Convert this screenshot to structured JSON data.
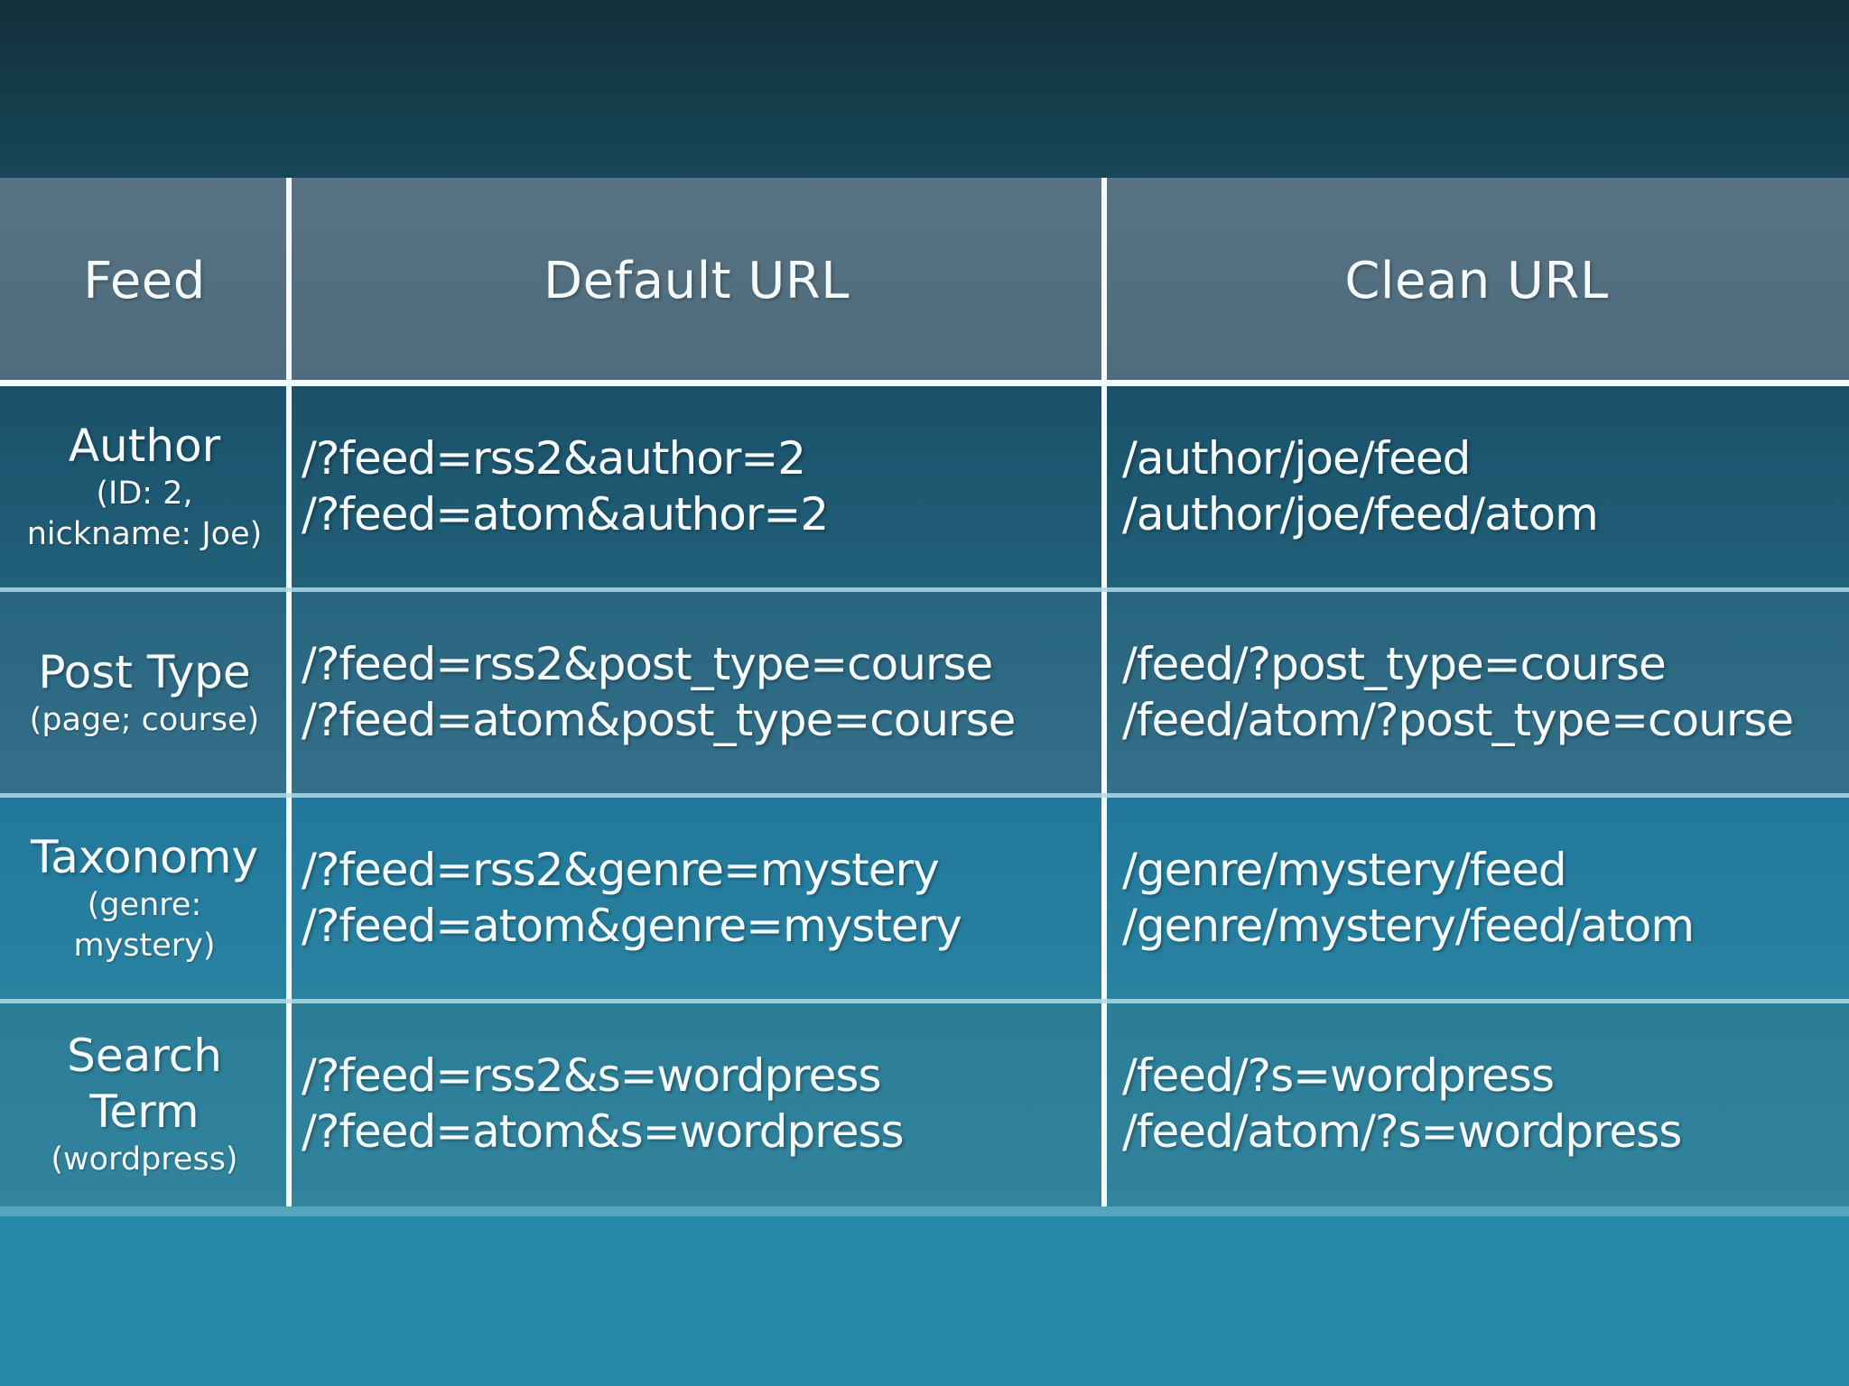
{
  "slide": {
    "columns": [
      {
        "label": "Feed"
      },
      {
        "label": "Default URL"
      },
      {
        "label": "Clean URL"
      }
    ],
    "rows": [
      {
        "feed": {
          "title_lines": [
            "Author"
          ],
          "note_lines": [
            "(ID: 2,",
            "nickname: Joe)"
          ]
        },
        "default_urls": [
          "/?feed=rss2&author=2",
          "/?feed=atom&author=2"
        ],
        "clean_urls": [
          "/author/joe/feed",
          "/author/joe/feed/atom"
        ]
      },
      {
        "feed": {
          "title_lines": [
            "Post Type"
          ],
          "note_lines": [
            "(page; course)"
          ]
        },
        "default_urls": [
          "/?feed=rss2&post_type=course",
          "/?feed=atom&post_type=course"
        ],
        "clean_urls": [
          "/feed/?post_type=course",
          "/feed/atom/?post_type=course"
        ]
      },
      {
        "feed": {
          "title_lines": [
            "Taxonomy"
          ],
          "note_lines": [
            "(genre:",
            "mystery)"
          ]
        },
        "default_urls": [
          "/?feed=rss2&genre=mystery",
          "/?feed=atom&genre=mystery"
        ],
        "clean_urls": [
          "/genre/mystery/feed",
          "/genre/mystery/feed/atom"
        ]
      },
      {
        "feed": {
          "title_lines": [
            "Search",
            "Term"
          ],
          "note_lines": [
            "(wordpress)"
          ]
        },
        "default_urls": [
          "/?feed=rss2&s=wordpress",
          "/?feed=atom&s=wordpress"
        ],
        "clean_urls": [
          "/feed/?s=wordpress",
          "/feed/atom/?s=wordpress"
        ]
      }
    ],
    "colors": {
      "background_top": "#14333f",
      "background_bottom": "#2389a6",
      "header_bg": "#507080",
      "column_divider": "#f5fbfc",
      "row_separator": "#b0d8e5",
      "table_bottom_edge": "#55a5bd",
      "text": "#f6fafb"
    }
  }
}
